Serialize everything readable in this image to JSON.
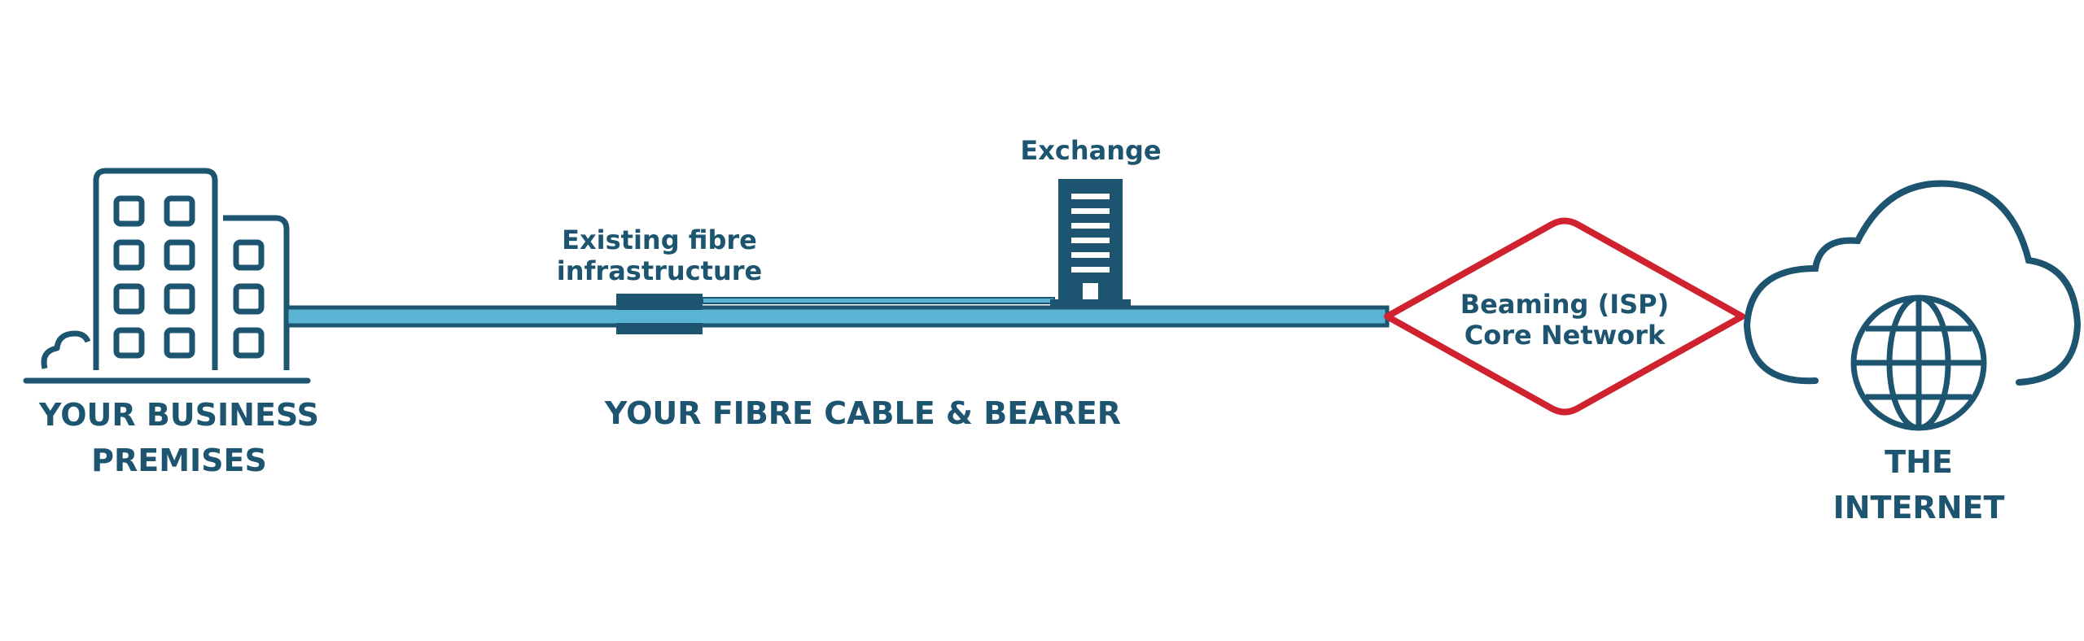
{
  "labels": {
    "premises": [
      "YOUR BUSINESS",
      "PREMISES"
    ],
    "cable": "YOUR FIBRE CABLE & BEARER",
    "existing_fibre": [
      "Existing fibre",
      "infrastructure"
    ],
    "exchange": "Exchange",
    "isp": [
      "Beaming (ISP)",
      "Core Network"
    ],
    "internet": [
      "THE",
      "INTERNET"
    ]
  },
  "colors": {
    "dark_teal": "#1d5470",
    "light_blue": "#5bb3d4",
    "red": "#d0222e",
    "background": "#ffffff"
  },
  "icons": [
    "office-building-icon",
    "exchange-building-icon",
    "cloud-icon",
    "globe-icon"
  ]
}
